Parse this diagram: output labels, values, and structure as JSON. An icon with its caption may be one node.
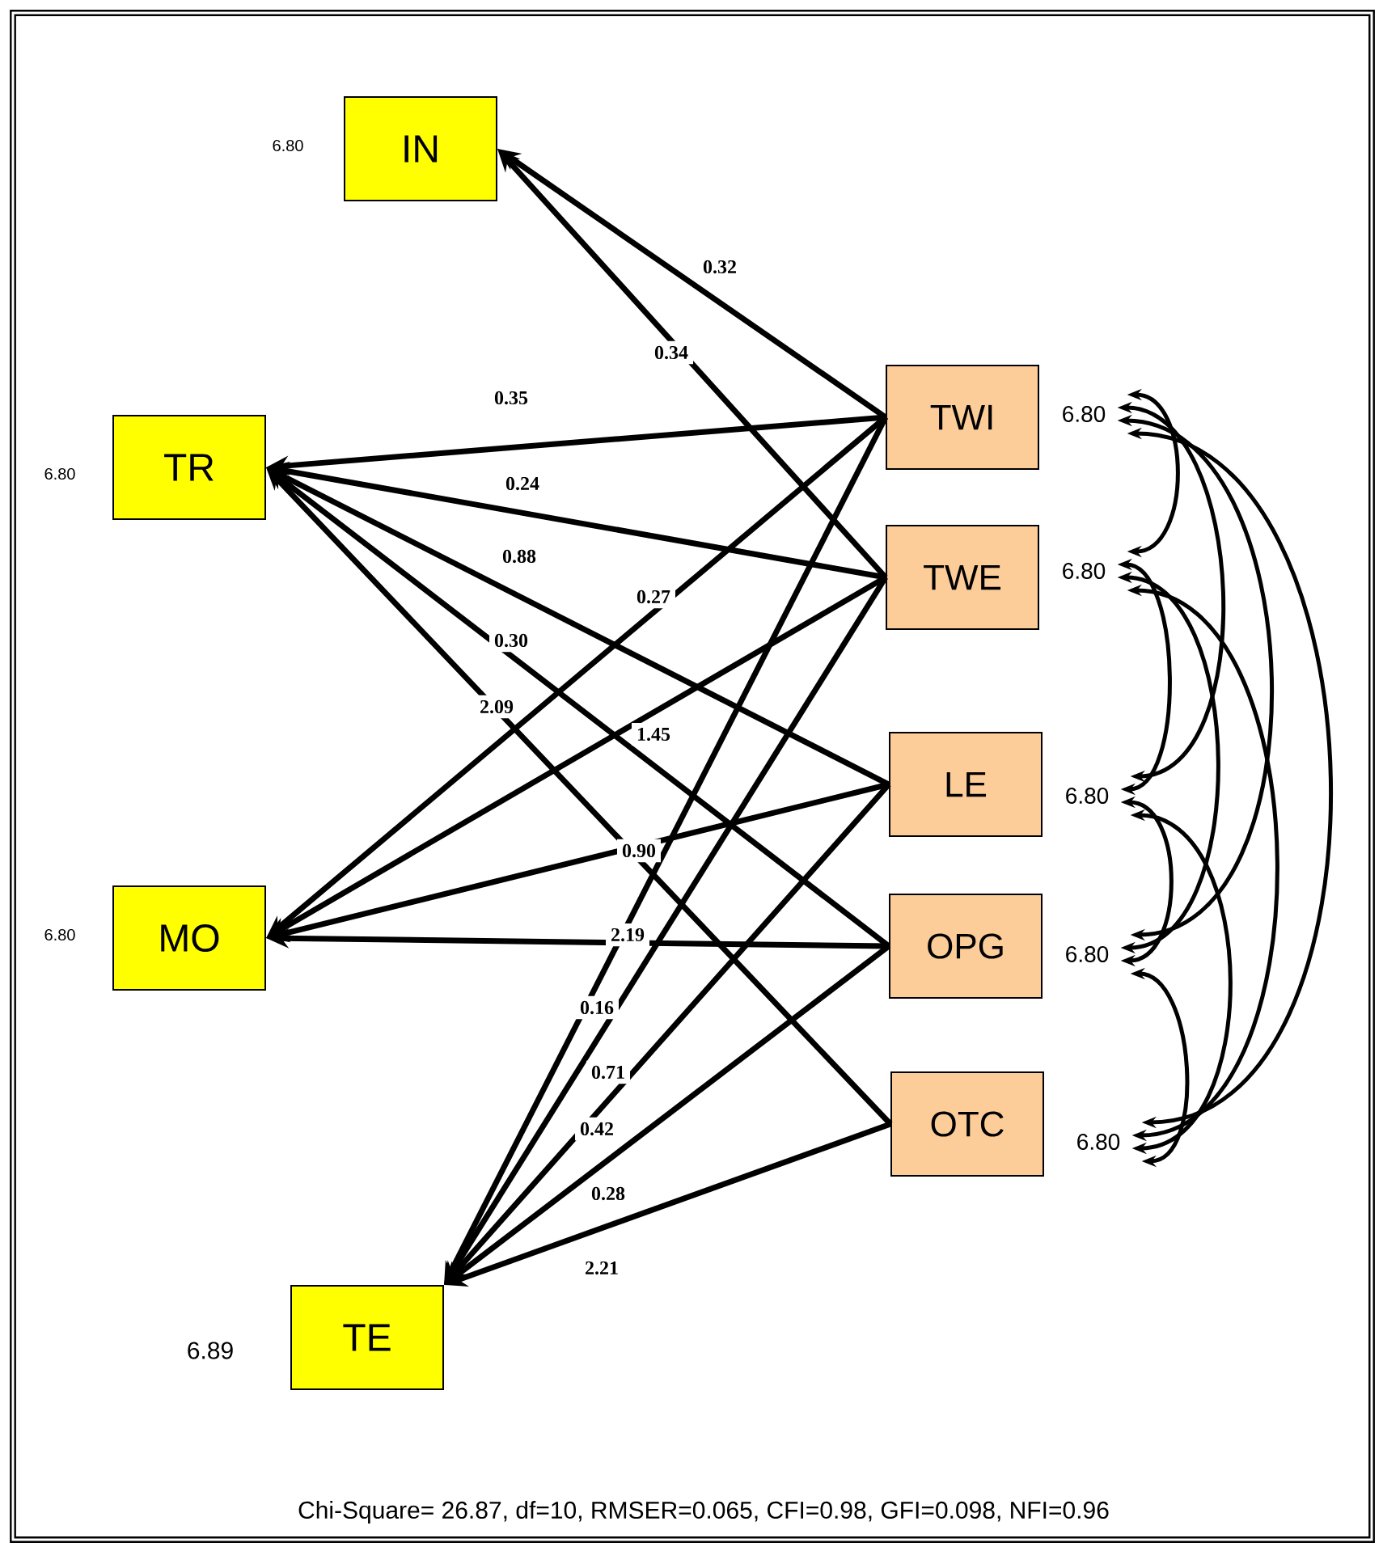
{
  "diagram": {
    "caption": "Chi-Square= 26.87, df=10, RMSER=0.065, CFI=0.98, GFI=0.098, NFI=0.96",
    "nodes": [
      {
        "text": [
          "IN"
        ],
        "beside": [
          "6.80"
        ]
      },
      {
        "text": [
          "TR"
        ],
        "beside": [
          "6.80"
        ]
      },
      {
        "text": [
          "MO"
        ],
        "beside": [
          "6.80"
        ]
      },
      {
        "text": [
          "TE"
        ],
        "beside": [
          "6.89"
        ]
      },
      {
        "text": [
          "TWI"
        ]
      },
      {
        "text": [
          "TWE"
        ]
      },
      {
        "text": [
          "LE"
        ]
      },
      {
        "text": [
          "OPG"
        ]
      },
      {
        "text": [
          "OTC"
        ]
      },
      {
        "text": [
          "6.80"
        ]
      },
      {
        "text": [
          "6.80"
        ]
      },
      {
        "text": [
          "6.80"
        ]
      },
      {
        "text": [
          "6.80"
        ]
      },
      {
        "text": [
          "6.80"
        ]
      }
    ],
    "edges": [
      {
        "from": 4,
        "to": 0,
        "arrow": "to",
        "label": "0.32"
      },
      {
        "from": 5,
        "to": 0,
        "arrow": "to",
        "label": "0.34"
      },
      {
        "from": 4,
        "to": 1,
        "arrow": "to",
        "label": "0.35"
      },
      {
        "from": 5,
        "to": 1,
        "arrow": "to",
        "label": "0.24"
      },
      {
        "from": 6,
        "to": 1,
        "arrow": "to",
        "label": "0.88"
      },
      {
        "from": 7,
        "to": 1,
        "arrow": "to",
        "label": "0.30"
      },
      {
        "from": 8,
        "to": 1,
        "arrow": "to",
        "label": "2.09"
      },
      {
        "from": 4,
        "to": 2,
        "arrow": "to",
        "label": "0.27"
      },
      {
        "from": 5,
        "to": 2,
        "arrow": "to",
        "label": "1.45"
      },
      {
        "from": 6,
        "to": 2,
        "arrow": "to",
        "label": "0.90"
      },
      {
        "from": 7,
        "to": 2,
        "arrow": "to",
        "label": "2.19"
      },
      {
        "from": 4,
        "to": 3,
        "arrow": "to",
        "label": "0.16"
      },
      {
        "from": 5,
        "to": 3,
        "arrow": "to",
        "label": "0.71"
      },
      {
        "from": 6,
        "to": 3,
        "arrow": "to",
        "label": "0.42"
      },
      {
        "from": 7,
        "to": 3,
        "arrow": "to",
        "label": "0.28"
      },
      {
        "from": 8,
        "to": 3,
        "arrow": "to",
        "label": "2.21"
      },
      {
        "from": 9,
        "to": 10,
        "arrow": "both"
      },
      {
        "from": 9,
        "to": 11,
        "arrow": "both"
      },
      {
        "from": 9,
        "to": 12,
        "arrow": "both"
      },
      {
        "from": 9,
        "to": 13,
        "arrow": "both"
      },
      {
        "from": 10,
        "to": 11,
        "arrow": "both"
      },
      {
        "from": 10,
        "to": 12,
        "arrow": "both"
      },
      {
        "from": 10,
        "to": 13,
        "arrow": "both"
      },
      {
        "from": 11,
        "to": 12,
        "arrow": "both"
      },
      {
        "from": 11,
        "to": 13,
        "arrow": "both"
      },
      {
        "from": 12,
        "to": 13,
        "arrow": "both"
      }
    ]
  }
}
